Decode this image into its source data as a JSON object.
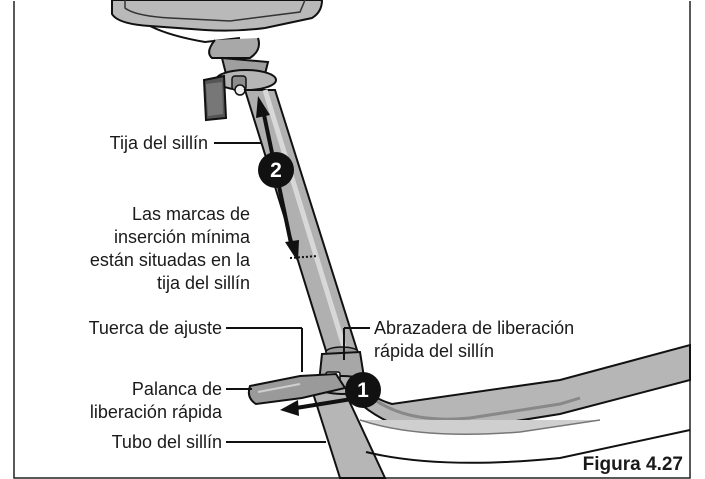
{
  "figure_caption": "Figura 4.27",
  "labels": {
    "seatpost": "Tija del sillín",
    "insertion_marks": [
      "Las marcas de",
      "inserción mínima",
      "están situadas en la",
      "tija del sillín"
    ],
    "adjusting_nut": "Tuerca de ajuste",
    "quick_release_lever": [
      "Palanca de",
      "liberación rápida"
    ],
    "seat_tube": "Tubo del sillín",
    "seat_clamp": [
      "Abrazadera de liberación",
      "rápida del sillín"
    ]
  },
  "steps": [
    "1",
    "2"
  ]
}
